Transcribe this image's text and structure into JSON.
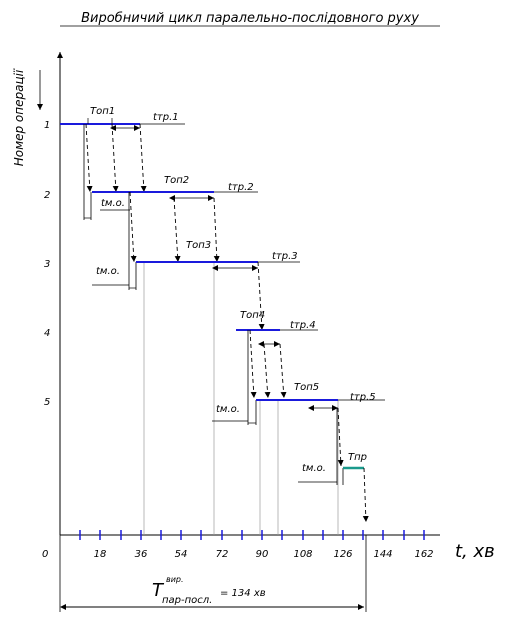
{
  "title": "Виробничий цикл паралельно-послідовного руху",
  "y_axis_label": "Номер операції",
  "x_axis_label": "t, хв",
  "origin_label": "0",
  "operations": [
    "1",
    "2",
    "3",
    "4",
    "5"
  ],
  "x_ticks": [
    "18",
    "36",
    "54",
    "72",
    "90",
    "108",
    "126",
    "144",
    "162"
  ],
  "labels": {
    "t_op1": "Топ1",
    "t_op2": "Топ2",
    "t_op3": "Топ3",
    "t_op4": "Топ4",
    "t_op5": "Топ5",
    "t_pr": "Тпр",
    "t_tr1": "tтр.1",
    "t_tr2": "tтр.2",
    "t_tr3": "tтр.3",
    "t_tr4": "tтр.4",
    "t_tr5": "tтр.5",
    "t_mo": "tм.о."
  },
  "total_label_main": "T",
  "total_label_sup": "вир.",
  "total_label_sub": "пар-посл.",
  "total_value": "= 134 хв",
  "colors": {
    "operation_line": "#1a1adc",
    "transfer_line": "#1a9a8c"
  }
}
